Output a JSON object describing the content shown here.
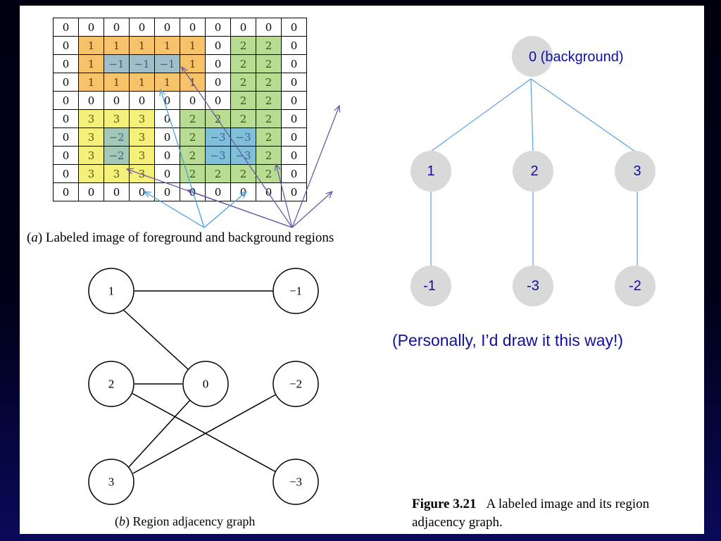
{
  "grid": [
    [
      "0",
      "0",
      "0",
      "0",
      "0",
      "0",
      "0",
      "0",
      "0",
      "0"
    ],
    [
      "0",
      "1",
      "1",
      "1",
      "1",
      "1",
      "0",
      "2",
      "2",
      "0"
    ],
    [
      "0",
      "1",
      "−1",
      "−1",
      "−1",
      "1",
      "0",
      "2",
      "2",
      "0"
    ],
    [
      "0",
      "1",
      "1",
      "1",
      "1",
      "1",
      "0",
      "2",
      "2",
      "0"
    ],
    [
      "0",
      "0",
      "0",
      "0",
      "0",
      "0",
      "0",
      "2",
      "2",
      "0"
    ],
    [
      "0",
      "3",
      "3",
      "3",
      "0",
      "2",
      "2",
      "2",
      "2",
      "0"
    ],
    [
      "0",
      "3",
      "−2",
      "3",
      "0",
      "2",
      "−3",
      "−3",
      "2",
      "0"
    ],
    [
      "0",
      "3",
      "−2",
      "3",
      "0",
      "2",
      "−3",
      "−3",
      "2",
      "0"
    ],
    [
      "0",
      "3",
      "3",
      "3",
      "0",
      "2",
      "2",
      "2",
      "2",
      "0"
    ],
    [
      "0",
      "0",
      "0",
      "0",
      "0",
      "0",
      "0",
      "0",
      "0",
      "0"
    ]
  ],
  "region_colors": {
    "1": "#f6c26a",
    "2": "#b9dc93",
    "3": "#f5f07a",
    "-1": "#9fbec7",
    "-2": "#a3c9b6",
    "-3": "#7fbfd8"
  },
  "caption_a": {
    "letter": "a",
    "text": " Labeled image of foreground and background regions"
  },
  "caption_b": {
    "letter": "b",
    "text": " Region adjacency graph"
  },
  "rag_nodes": [
    "1",
    "−1",
    "2",
    "0",
    "−2",
    "3",
    "−3"
  ],
  "tree_nodes": {
    "root": "0 (background)",
    "n1": "1",
    "n2": "2",
    "n3": "3",
    "m1": "-1",
    "m3": "-3",
    "m2": "-2"
  },
  "tree_note": "(Personally, I’d draw it this way!)",
  "figure_caption": {
    "label": "Figure 3.21",
    "line1": "A labeled image and its region",
    "line2": "adjacency graph."
  }
}
